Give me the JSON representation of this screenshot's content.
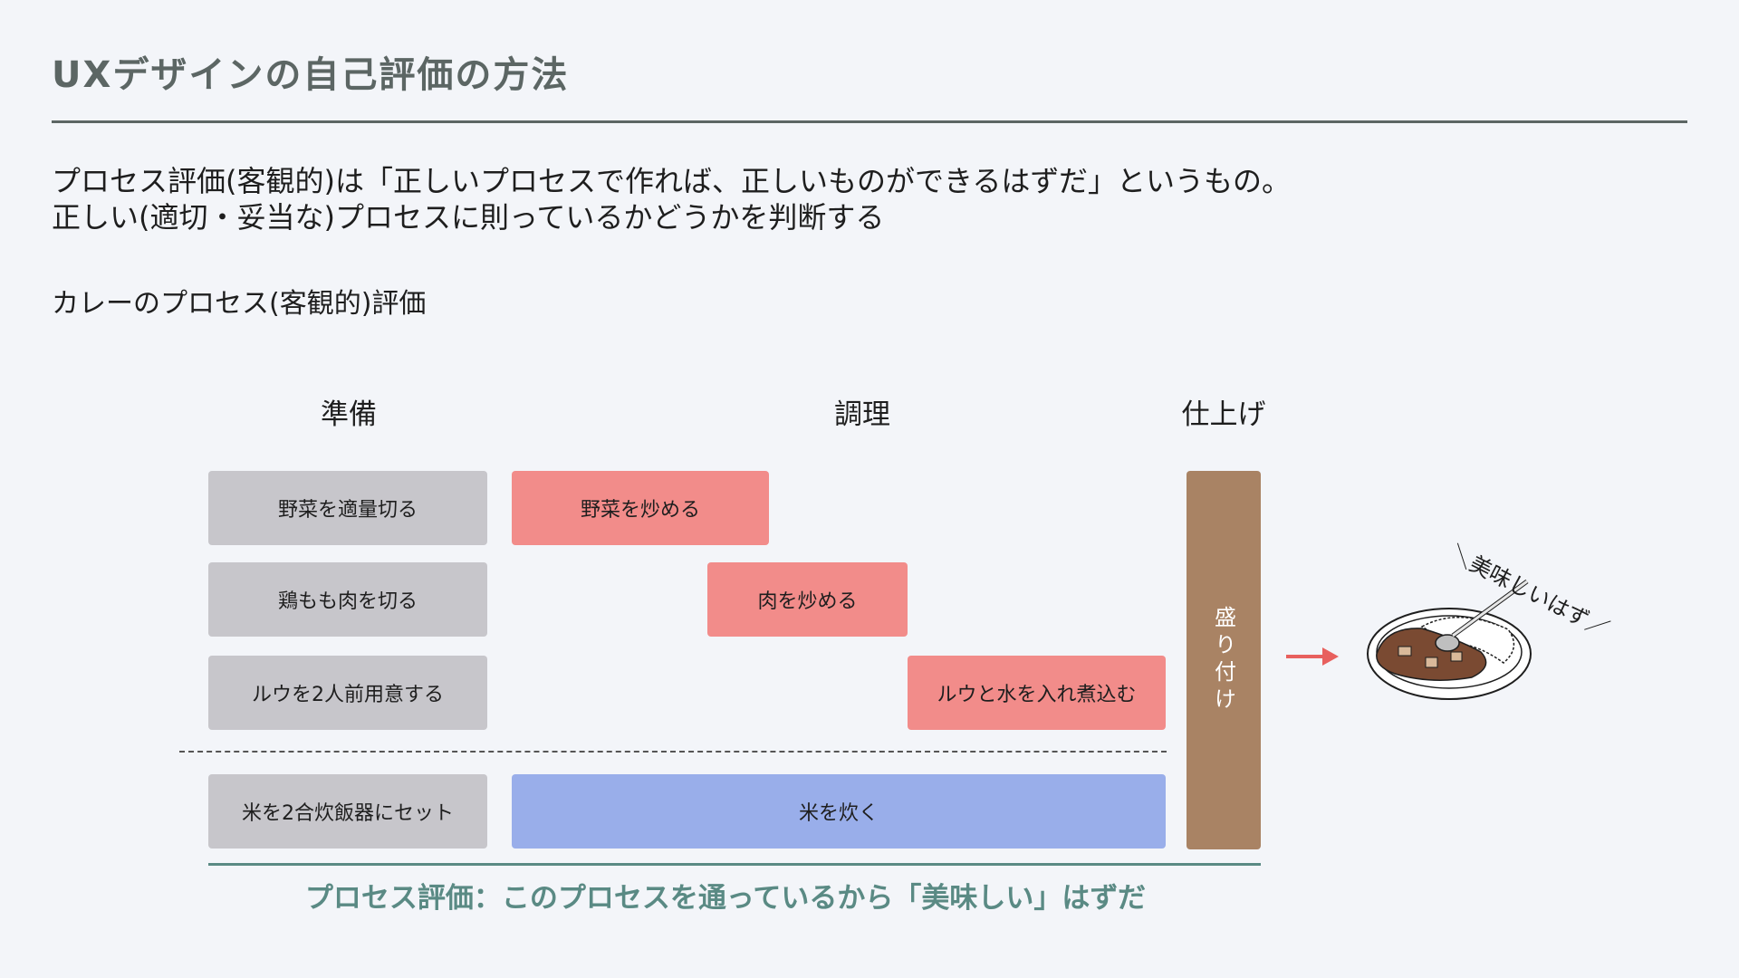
{
  "title": "UXデザインの自己評価の方法",
  "description": {
    "line1": "プロセス評価(客観的)は「正しいプロセスで作れば、正しいものができるはずだ」というもの。",
    "line2": "正しい(適切・妥当な)プロセスに則っているかどうかを判断する"
  },
  "subtitle": "カレーのプロセス(客観的)評価",
  "phases": {
    "prep": "準備",
    "cook": "調理",
    "finish": "仕上げ"
  },
  "steps": {
    "prep_vegetables": "野菜を適量切る",
    "prep_chicken": "鶏もも肉を切る",
    "prep_roux": "ルウを2人前用意する",
    "prep_rice": "米を2合炊飯器にセット",
    "cook_vegetables": "野菜を炒める",
    "cook_meat": "肉を炒める",
    "cook_simmer": "ルウと水を入れ煮込む",
    "cook_rice": "米を炊く",
    "finish_serve": "盛り付け"
  },
  "result_speech": "＼美味しいはず／",
  "footer": "プロセス評価：このプロセスを通っているから「美味しい」はずだ",
  "colors": {
    "title": "#5c6664",
    "prep_box": "#c7c6cb",
    "cook_box": "#f28c8a",
    "rice_box": "#99aeea",
    "finish_box": "#a98364",
    "footer_accent": "#5a8a84",
    "arrow": "#e8605e",
    "curry": "#7a4a32"
  }
}
